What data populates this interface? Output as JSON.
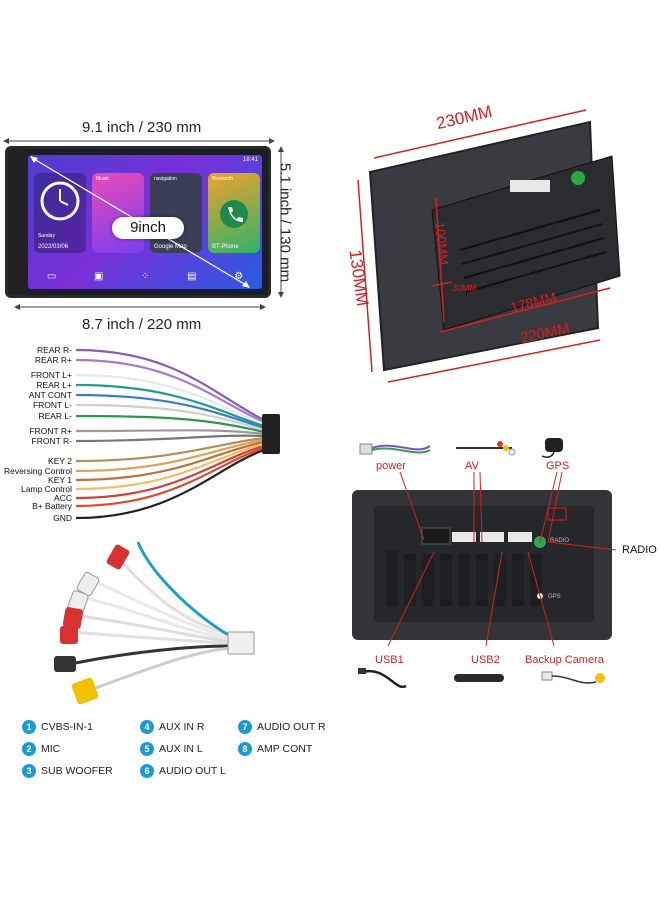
{
  "screen_dims": {
    "top_width": "9.1 inch / 230 mm",
    "bottom_width": "8.7 inch / 220 mm",
    "height": "5.1 inch / 130 mm",
    "diagonal": "9inch"
  },
  "screen_ui": {
    "time": "18:41",
    "date_day": "Sunday",
    "date": "2022/03/06",
    "cards": [
      "Music",
      "navigation",
      "Bluetooth"
    ],
    "card_foot_google": "Google Map",
    "card_foot_bt": "BT-Phone"
  },
  "back_dims": {
    "width_top": "230MM",
    "height_left": "130MM",
    "inner_height": "100MM",
    "depth": "30MM",
    "inner_width": "178MM",
    "width_bottom": "220MM"
  },
  "wires": [
    "REAR R-",
    "REAR R+",
    "FRONT L+",
    "REAR L+",
    "ANT CONT",
    "FRONT L-",
    "REAR L-",
    "FRONT R+",
    "FRONT R-",
    "KEY 2",
    "Reversing Control",
    "KEY 1",
    "Lamp Control",
    "ACC",
    "B+ Battery",
    "GND"
  ],
  "accessories": {
    "power": "power",
    "av": "AV",
    "gps": "GPS",
    "radio": "RADIO",
    "usb1": "USB1",
    "usb2": "USB2",
    "backup_camera": "Backup Camera",
    "radio_port_text": "RADIO",
    "gps_port_text": "GPS"
  },
  "legend": [
    {
      "num": "1",
      "label": "CVBS-IN-1"
    },
    {
      "num": "2",
      "label": "MIC"
    },
    {
      "num": "3",
      "label": "SUB WOOFER"
    },
    {
      "num": "4",
      "label": "AUX IN R"
    },
    {
      "num": "5",
      "label": "AUX IN L"
    },
    {
      "num": "6",
      "label": "AUDIO OUT L"
    },
    {
      "num": "7",
      "label": "AUDIO OUT R"
    },
    {
      "num": "8",
      "label": "AMP CONT"
    }
  ],
  "colors": {
    "dim_red": "#d42020",
    "legend_blue": "#1b9ad8"
  }
}
